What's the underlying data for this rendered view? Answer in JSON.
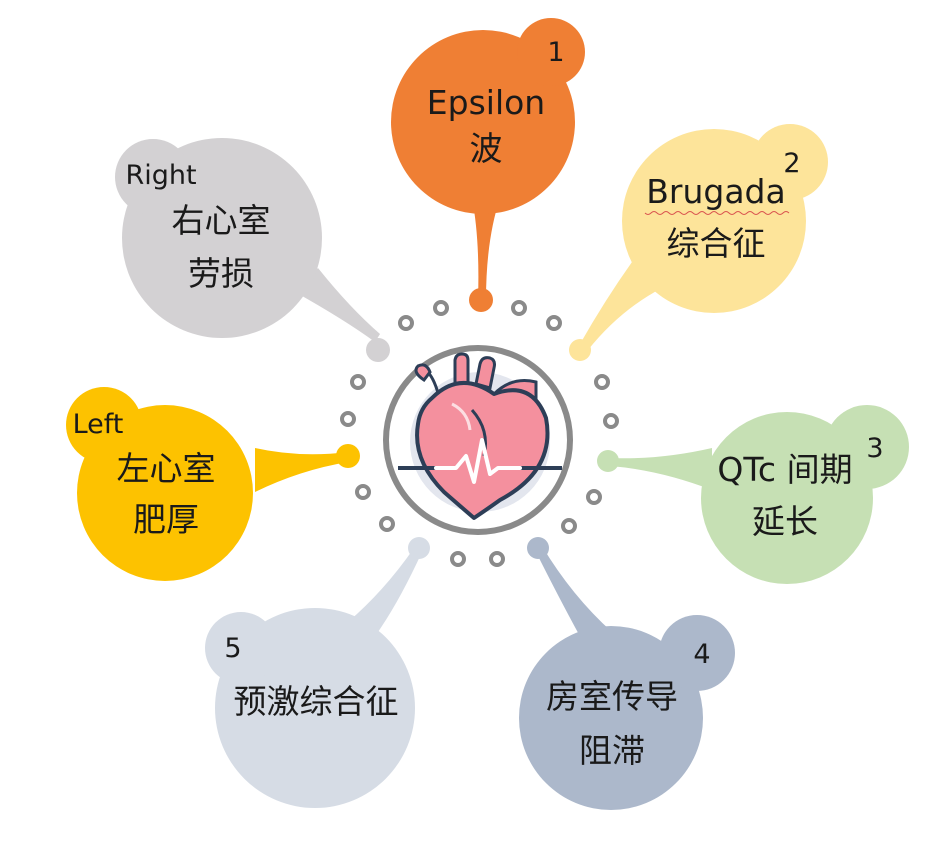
{
  "center": {
    "icon": "heart-ecg-icon",
    "ring_color": "#8a8a8a",
    "heart_color": "#f4909e",
    "ecg_color": "#ffffff",
    "outline_color": "#2d3e57"
  },
  "bubbles": [
    {
      "id": "epsilon",
      "number": "1",
      "lines": [
        "Epsilon",
        "波"
      ],
      "color": "#ef7f34"
    },
    {
      "id": "brugada",
      "number": "2",
      "lines": [
        "Brugada",
        "综合征"
      ],
      "color": "#fde49a"
    },
    {
      "id": "qtc",
      "number": "3",
      "lines": [
        "QTc 间期",
        "延长"
      ],
      "color": "#c6e0b4"
    },
    {
      "id": "av-block",
      "number": "4",
      "lines": [
        "房室传导",
        "阻滞"
      ],
      "color": "#acb8cb"
    },
    {
      "id": "wpw",
      "number": "5",
      "lines": [
        "预激综合征"
      ],
      "color": "#d6dce5"
    },
    {
      "id": "lvh",
      "tag": "Left",
      "lines": [
        "左心室",
        "肥厚"
      ],
      "color": "#fdc200"
    },
    {
      "id": "rv-strain",
      "tag": "Right",
      "lines": [
        "右心室",
        "劳损"
      ],
      "color": "#d3d1d3"
    }
  ]
}
